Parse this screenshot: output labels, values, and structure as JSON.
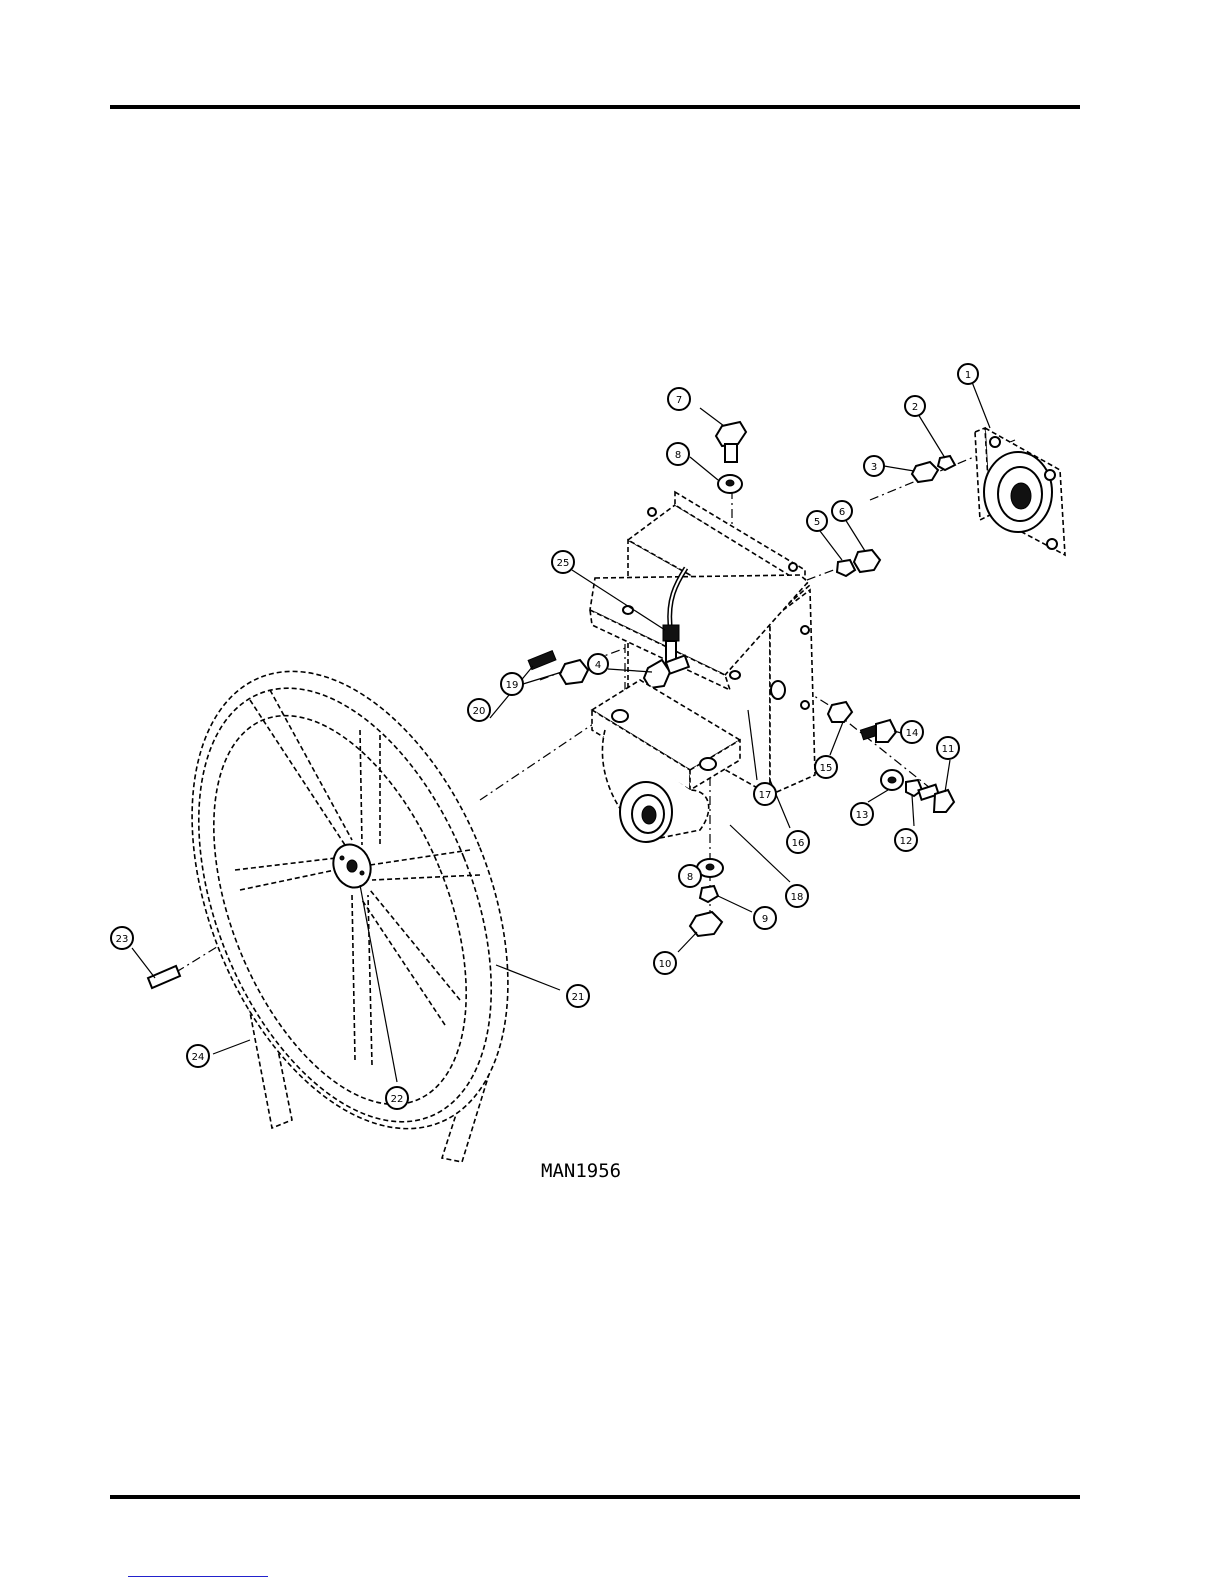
{
  "figure": {
    "caption": "MAN1956",
    "callouts": [
      "1",
      "2",
      "3",
      "4",
      "5",
      "6",
      "7",
      "8",
      "9",
      "10",
      "11",
      "12",
      "13",
      "14",
      "15",
      "16",
      "17",
      "18",
      "19",
      "20",
      "21",
      "22",
      "23",
      "24",
      "25"
    ]
  }
}
